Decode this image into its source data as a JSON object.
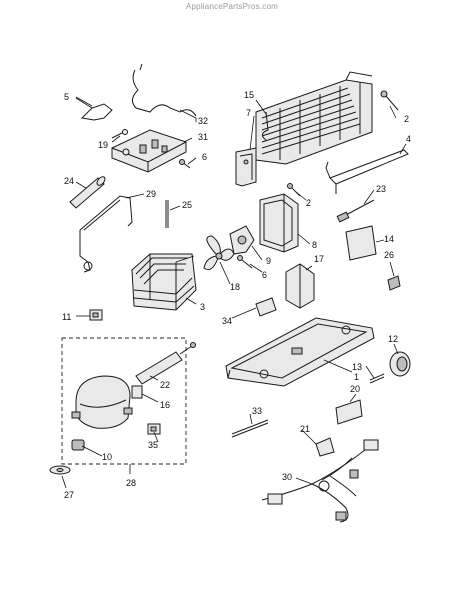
{
  "watermark": "AppliancePartsPros.com",
  "callouts": {
    "c1": "1",
    "c2a": "2",
    "c2b": "2",
    "c3": "3",
    "c4": "4",
    "c5": "5",
    "c6a": "6",
    "c6b": "6",
    "c7": "7",
    "c8": "8",
    "c9": "9",
    "c10": "10",
    "c11": "11",
    "c12": "12",
    "c13": "13",
    "c14": "14",
    "c15": "15",
    "c16": "16",
    "c17": "17",
    "c18": "18",
    "c19": "19",
    "c20": "20",
    "c21": "21",
    "c22": "22",
    "c23": "23",
    "c24": "24",
    "c25": "25",
    "c26": "26",
    "c27": "27",
    "c28": "28",
    "c29": "29",
    "c30": "30",
    "c31": "31",
    "c32": "32",
    "c33": "33",
    "c34": "34",
    "c35": "35"
  }
}
